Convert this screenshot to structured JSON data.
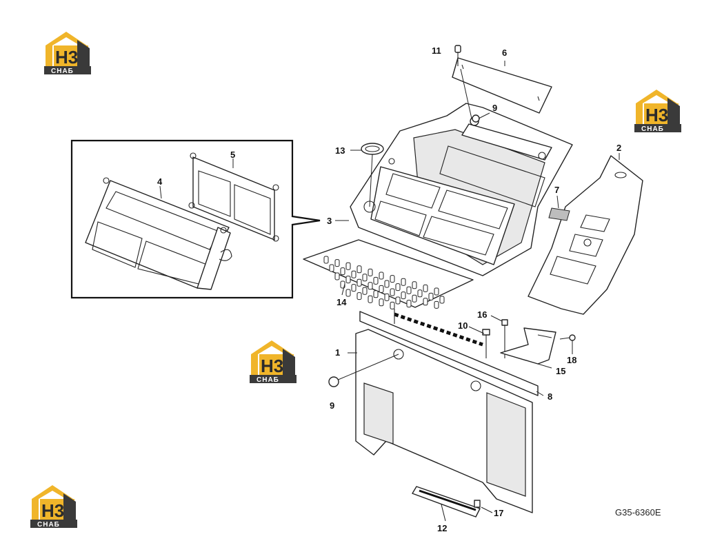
{
  "drawing_code": "G35-6360E",
  "logo": {
    "letters": "H3",
    "caption": "СНАБ",
    "gold": "#f0b52a",
    "dark": "#3a3a3a"
  },
  "callouts": {
    "c1": "1",
    "c2": "2",
    "c3": "3",
    "c4": "4",
    "c5": "5",
    "c6": "6",
    "c7": "7",
    "c8": "8",
    "c9a": "9",
    "c9b": "9",
    "c10": "10",
    "c11": "11",
    "c12": "12",
    "c13": "13",
    "c14": "14",
    "c15": "15",
    "c16": "16",
    "c17": "17",
    "c18": "18"
  }
}
